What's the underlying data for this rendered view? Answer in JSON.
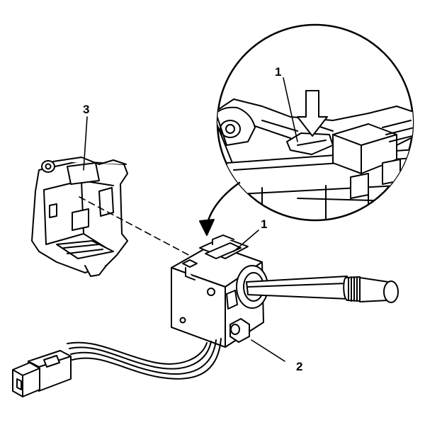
{
  "callouts": {
    "detail_tab": "1",
    "switch_tab": "1",
    "connector_ref": "2",
    "bracket": "3"
  },
  "colors": {
    "line": "#000000",
    "fill": "#ffffff"
  }
}
